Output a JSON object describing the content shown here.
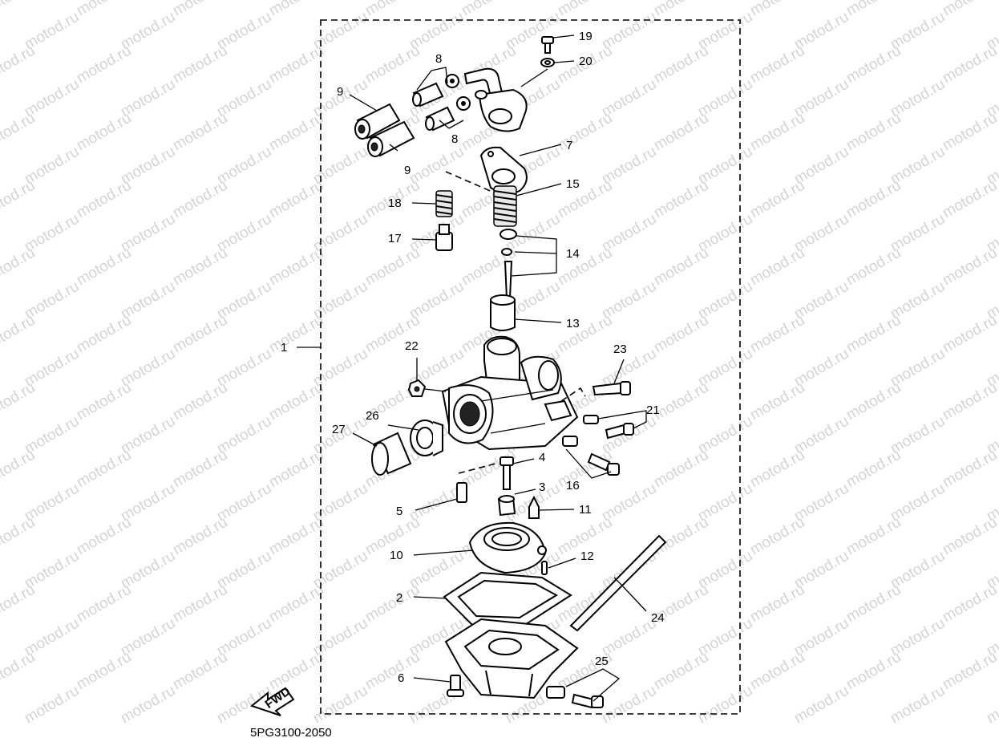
{
  "watermark_text": "motod.ru",
  "diagram_code": "5PG3100-2050",
  "fwd_label": "FWD",
  "callouts": [
    {
      "id": "c1",
      "text": "1"
    },
    {
      "id": "c2",
      "text": "2"
    },
    {
      "id": "c3",
      "text": "3"
    },
    {
      "id": "c4",
      "text": "4"
    },
    {
      "id": "c5",
      "text": "5"
    },
    {
      "id": "c6",
      "text": "6"
    },
    {
      "id": "c7",
      "text": "7"
    },
    {
      "id": "c8a",
      "text": "8"
    },
    {
      "id": "c8b",
      "text": "8"
    },
    {
      "id": "c9a",
      "text": "9"
    },
    {
      "id": "c9b",
      "text": "9"
    },
    {
      "id": "c10",
      "text": "10"
    },
    {
      "id": "c11",
      "text": "11"
    },
    {
      "id": "c12",
      "text": "12"
    },
    {
      "id": "c13",
      "text": "13"
    },
    {
      "id": "c14",
      "text": "14"
    },
    {
      "id": "c15",
      "text": "15"
    },
    {
      "id": "c16",
      "text": "16"
    },
    {
      "id": "c17",
      "text": "17"
    },
    {
      "id": "c18",
      "text": "18"
    },
    {
      "id": "c19",
      "text": "19"
    },
    {
      "id": "c20",
      "text": "20"
    },
    {
      "id": "c21",
      "text": "21"
    },
    {
      "id": "c22",
      "text": "22"
    },
    {
      "id": "c23",
      "text": "23"
    },
    {
      "id": "c24",
      "text": "24"
    },
    {
      "id": "c25",
      "text": "25"
    },
    {
      "id": "c26",
      "text": "26"
    },
    {
      "id": "c27",
      "text": "27"
    }
  ]
}
